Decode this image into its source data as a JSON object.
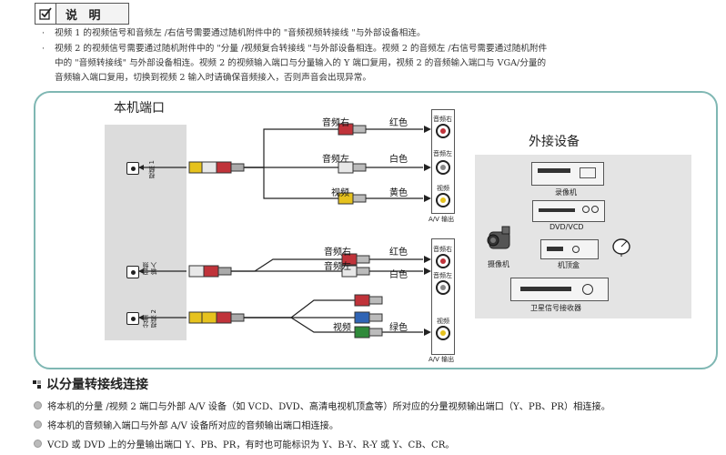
{
  "header": {
    "label": "说 明",
    "icon": "checkbox-icon"
  },
  "notes": [
    "视频 1 的视频信号和音频左 /右信号需要通过随机附件中的 \"音频视频转接线 \"与外部设备相连。",
    "视频 2 的视频信号需要通过随机附件中的 \"分量 /视频复合转接线 \"与外部设备相连。视频 2 的音频左 /右信号需要通过随机附件",
    "中的 \"音频转接线\" 与外部设备相连。视频 2 的视频输入端口与分量输入的 Y 端口复用，视频 2 的音频输入端口与 VGA/分量的",
    "音频输入端口复用，切换到视频 2 输入时请确保音频接入，否则声音会出现异常。"
  ],
  "diagram": {
    "unit_ports_title": "本机端口",
    "external_title": "外接设备",
    "unit_ports": {
      "video1": "视频 1",
      "audio_in": "音频\n输入",
      "component_video2": "分量\n视频 2"
    },
    "upper_cable": [
      {
        "name": "音频右",
        "color_name": "红色",
        "plug": "#c0333a"
      },
      {
        "name": "音频左",
        "color_name": "白色",
        "plug": "#e8e8e8"
      },
      {
        "name": "视频",
        "color_name": "黄色",
        "plug": "#e6c21e"
      }
    ],
    "lower_cable": [
      {
        "name": "音频右",
        "color_name": "红色"
      },
      {
        "name": "音频左",
        "color_name": "白色"
      },
      {
        "name": "视频",
        "color_name": "绿色"
      }
    ],
    "upper_panel": {
      "jacks": [
        "音频右",
        "音频左",
        "视频"
      ],
      "caption": "A/V 输出",
      "colors": [
        "#c0333a",
        "#dddddd",
        "#e6c21e"
      ]
    },
    "lower_panel": {
      "jacks": [
        "音频右",
        "音频左",
        "视频"
      ],
      "caption": "A/V 输出",
      "colors": [
        "#c0333a",
        "#dddddd",
        "#e6c21e"
      ]
    },
    "devices": {
      "vcr": "录像机",
      "dvd": "DVD/VCD",
      "camcorder": "摄像机",
      "stb": "机顶盒",
      "satellite": "卫星信号接收器"
    }
  },
  "section": {
    "title": "以分量转接线连接",
    "items": [
      "将本机的分量 /视频 2 端口与外部 A/V 设备（如 VCD、DVD、高清电视机顶盒等）所对应的分量视频输出端口（Y、PB、PR）相连接。",
      "将本机的音频输入端口与外部 A/V 设备所对应的音频输出端口相连接。",
      "VCD 或 DVD 上的分量输出端口 Y、PB、PR，有时也可能标识为 Y、B-Y、R-Y 或 Y、CB、CR。"
    ]
  }
}
